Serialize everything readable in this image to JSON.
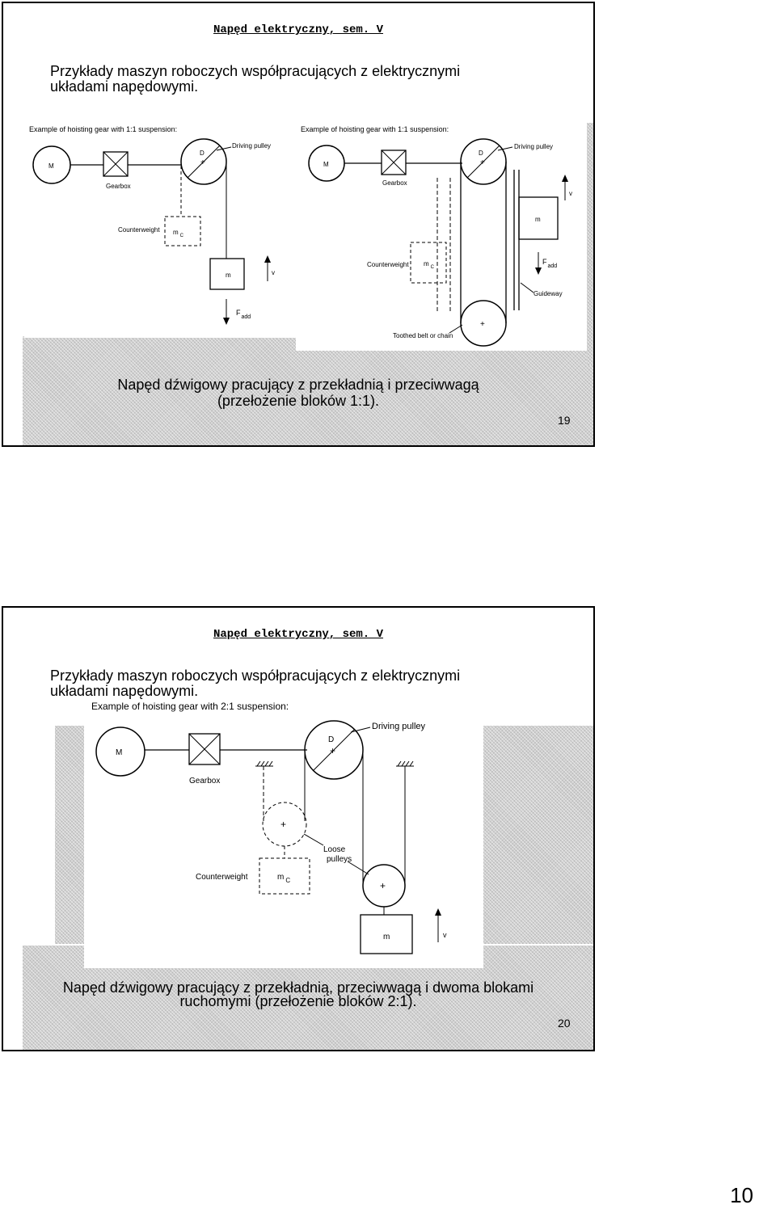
{
  "slides": [
    {
      "header": "Napęd elektryczny, sem. V",
      "intro": "Przykłady maszyn roboczych współpracujących z elektrycznymi\nukładami napędowymi.",
      "figure_left": {
        "title": "Example of hoisting gear with 1:1 suspension:",
        "motor": "M",
        "gearbox": "Gearbox",
        "pulley_d": "D",
        "driving_pulley": "Driving pulley",
        "counterweight": "Counterweight",
        "mc_m": "m",
        "mc_c": "C",
        "load": "m",
        "v": "v",
        "f": "F",
        "f_sub": "add"
      },
      "figure_right": {
        "title": "Example of hoisting gear with 1:1 suspension:",
        "motor": "M",
        "gearbox": "Gearbox",
        "pulley_d": "D",
        "driving_pulley": "Driving pulley",
        "counterweight": "Counterweight",
        "mc_m": "m",
        "mc_c": "C",
        "load": "m",
        "v": "v",
        "f": "F",
        "f_sub": "add",
        "guideway": "Guideway",
        "belt": "Toothed belt or chain"
      },
      "caption": "Napęd dźwigowy pracujący z przekładnią i przeciwwagą\n(przełożenie bloków 1:1).",
      "page": "19"
    },
    {
      "header": "Napęd elektryczny, sem. V",
      "intro": "Przykłady maszyn roboczych współpracujących z elektrycznymi\nukładami napędowymi.",
      "figure": {
        "title": "Example of hoisting gear with 2:1 suspension:",
        "motor": "M",
        "gearbox": "Gearbox",
        "pulley_d": "D",
        "driving_pulley": "Driving pulley",
        "loose_1": "Loose",
        "loose_2": "pulleys",
        "counterweight": "Counterweight",
        "mc_m": "m",
        "mc_c": "C",
        "load": "m",
        "v": "v"
      },
      "caption": "Napęd dźwigowy pracujący z przekładnią, przeciwwagą i dwoma blokami\nruchomymi (przełożenie bloków 2:1).",
      "page": "20"
    }
  ],
  "page_number": "10"
}
